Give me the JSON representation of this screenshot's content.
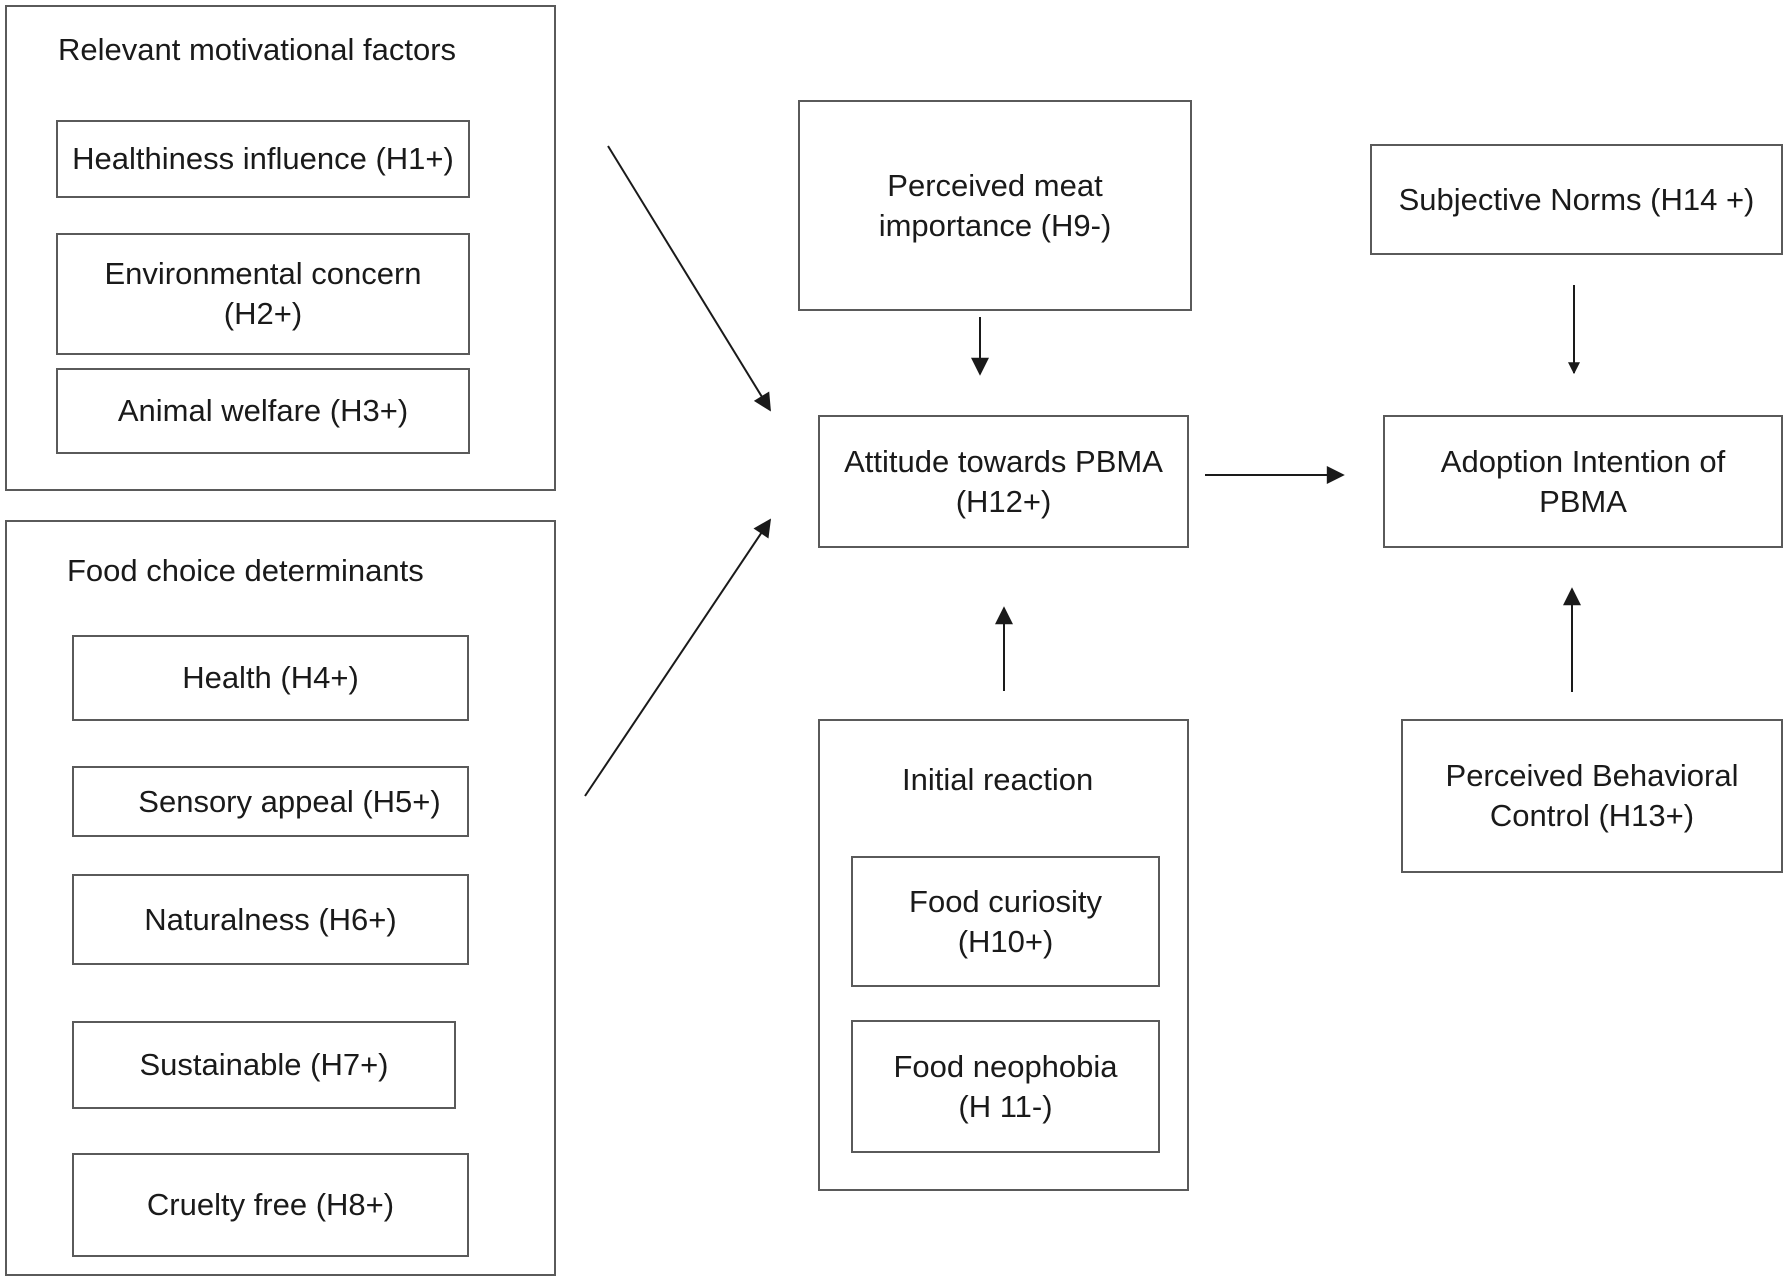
{
  "groups": {
    "motivational": {
      "title": "Relevant motivational factors",
      "items": [
        "Healthiness influence (H1+)",
        "Environmental concern",
        "(H2+)",
        "Animal welfare (H3+)"
      ]
    },
    "food_choice": {
      "title": "Food choice determinants",
      "items": [
        "Health (H4+)",
        "Sensory appeal (H5+)",
        "Naturalness (H6+)",
        "Sustainable (H7+)",
        "Cruelty free (H8+)"
      ]
    },
    "initial_reaction": {
      "title": "Initial reaction",
      "items": [
        "Food curiosity",
        "(H10+)",
        "Food neophobia",
        "(H 11-)"
      ]
    }
  },
  "nodes": {
    "meat_importance": [
      "Perceived meat",
      "importance (H9-)"
    ],
    "attitude": [
      "Attitude towards PBMA",
      "(H12+)"
    ],
    "subjective_norms": "Subjective Norms (H14 +)",
    "adoption": [
      "Adoption Intention of",
      "PBMA"
    ],
    "pbc": [
      "Perceived Behavioral",
      "Control (H13+)"
    ]
  },
  "colors": {
    "border": "#5a5a5a",
    "arrow": "#1a1a1a",
    "text": "#1a1a1a"
  }
}
